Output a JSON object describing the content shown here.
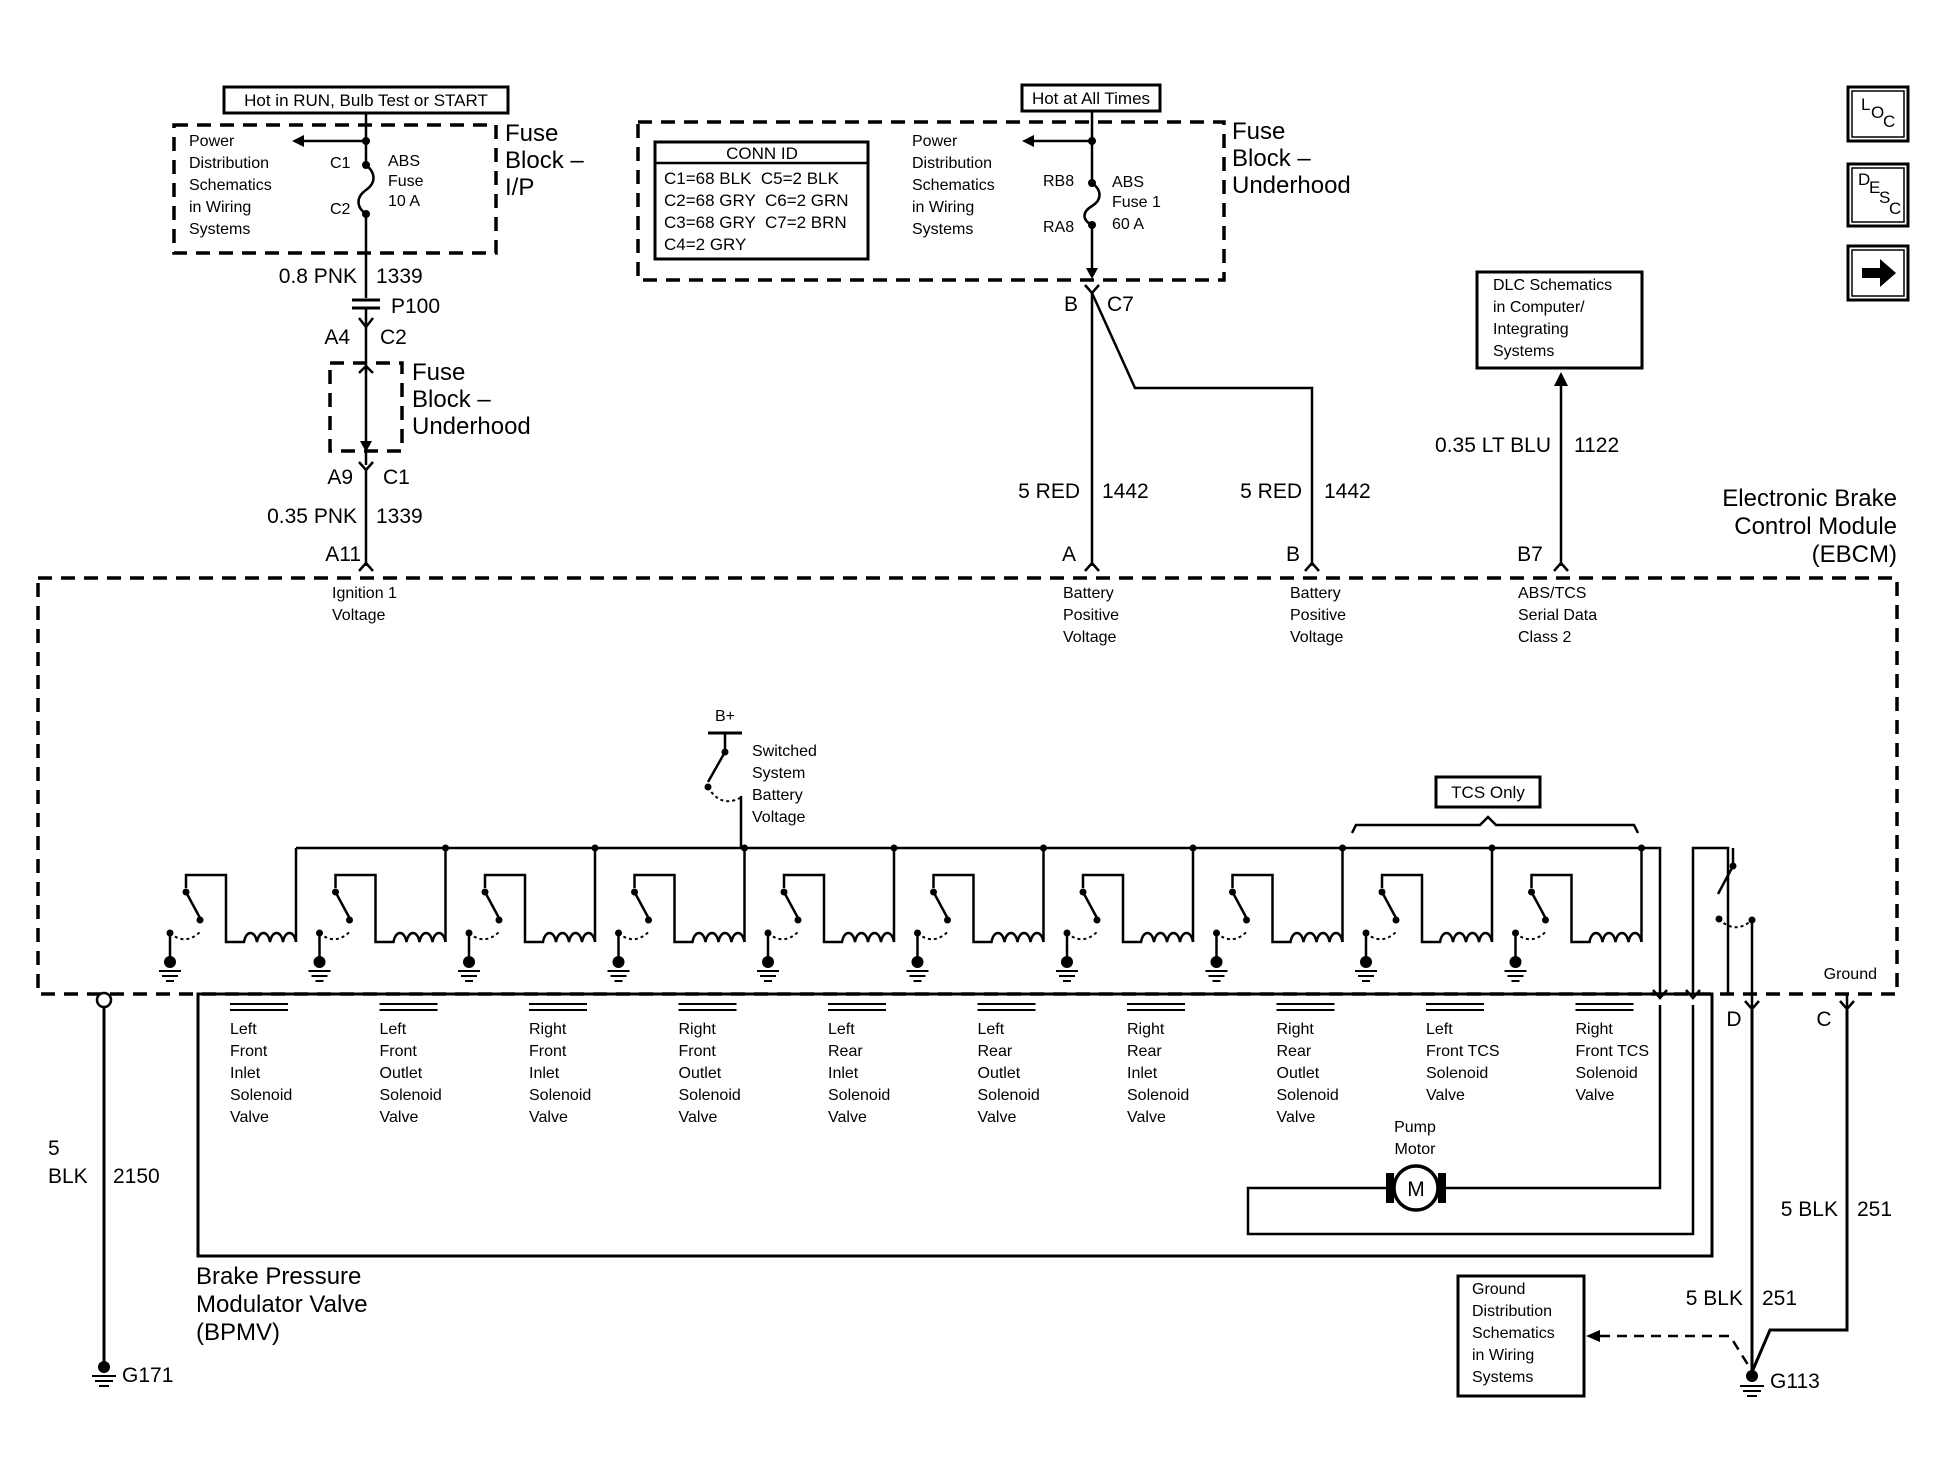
{
  "labels": {
    "hot_run": "Hot in RUN, Bulb Test or START",
    "hot_all": "Hot at All Times",
    "pd_schem": [
      "Power",
      "Distribution",
      "Schematics",
      "in Wiring",
      "Systems"
    ],
    "fuse_ip": [
      "Fuse",
      "Block –",
      "I/P"
    ],
    "fuse_uh": [
      "Fuse",
      "Block –",
      "Underhood"
    ],
    "abs_fuse": [
      "ABS",
      "Fuse",
      "10 A"
    ],
    "abs_fuse1": [
      "ABS",
      "Fuse 1",
      "60 A"
    ],
    "c1": "C1",
    "c2": "C2",
    "rb8": "RB8",
    "ra8": "RA8",
    "conn_id_title": "CONN ID",
    "conn_id_rows": [
      "C1=68 BLK  C5=2 BLK",
      "C2=68 GRY  C6=2 GRN",
      "C3=68 GRY  C7=2 BRN",
      "C4=2 GRY"
    ],
    "w1_size": "0.8 PNK",
    "w1_circ": "1339",
    "p100": "P100",
    "a4": "A4",
    "c2b": "C2",
    "a9": "A9",
    "c1b": "C1",
    "w2_size": "0.35 PNK",
    "w2_circ": "1339",
    "a11": "A11",
    "b_conn": "B",
    "c7": "C7",
    "red1_size": "5 RED",
    "red1_circ": "1442",
    "red2_size": "5 RED",
    "red2_circ": "1442",
    "dlc": [
      "DLC Schematics",
      "in Computer/",
      "Integrating",
      "Systems"
    ],
    "blu_size": "0.35 LT BLU",
    "blu_circ": "1122",
    "ebcm": [
      "Electronic Brake",
      "Control Module",
      "(EBCM)"
    ],
    "pin_a": "A",
    "pin_b": "B",
    "pin_b7": "B7",
    "ign": [
      "Ignition 1",
      "Voltage"
    ],
    "batt": [
      "Battery",
      "Positive",
      "Voltage"
    ],
    "serial": [
      "ABS/TCS",
      "Serial Data",
      "Class 2"
    ],
    "bplus": "B+",
    "switched": [
      "Switched",
      "System",
      "Battery",
      "Voltage"
    ],
    "tcs_only": "TCS Only",
    "ground": "Ground",
    "pin_d": "D",
    "pin_c": "C",
    "valves": [
      [
        "Left",
        "Front",
        "Inlet",
        "Solenoid",
        "Valve"
      ],
      [
        "Left",
        "Front",
        "Outlet",
        "Solenoid",
        "Valve"
      ],
      [
        "Right",
        "Front",
        "Inlet",
        "Solenoid",
        "Valve"
      ],
      [
        "Right",
        "Front",
        "Outlet",
        "Solenoid",
        "Valve"
      ],
      [
        "Left",
        "Rear",
        "Inlet",
        "Solenoid",
        "Valve"
      ],
      [
        "Left",
        "Rear",
        "Outlet",
        "Solenoid",
        "Valve"
      ],
      [
        "Right",
        "Rear",
        "Inlet",
        "Solenoid",
        "Valve"
      ],
      [
        "Right",
        "Rear",
        "Outlet",
        "Solenoid",
        "Valve"
      ],
      [
        "Left",
        "Front TCS",
        "Solenoid",
        "Valve"
      ],
      [
        "Right",
        "Front TCS",
        "Solenoid",
        "Valve"
      ]
    ],
    "pump": [
      "Pump",
      "Motor"
    ],
    "motor_m": "M",
    "blk_g171_size": [
      "5",
      "BLK"
    ],
    "blk_g171_circ": "2150",
    "bpmv": [
      "Brake Pressure",
      "Modulator Valve",
      "(BPMV)"
    ],
    "g171": "G171",
    "blk1_size": "5 BLK",
    "blk1_circ": "251",
    "blk2_size": "5 BLK",
    "blk2_circ": "251",
    "gnd_dist": [
      "Ground",
      "Distribution",
      "Schematics",
      "in Wiring",
      "Systems"
    ],
    "g113": "G113"
  },
  "nav": {
    "loc": [
      "L",
      "O",
      "C"
    ],
    "desc": [
      "D",
      "E",
      "S",
      "C"
    ],
    "next": "next-arrow-icon"
  }
}
